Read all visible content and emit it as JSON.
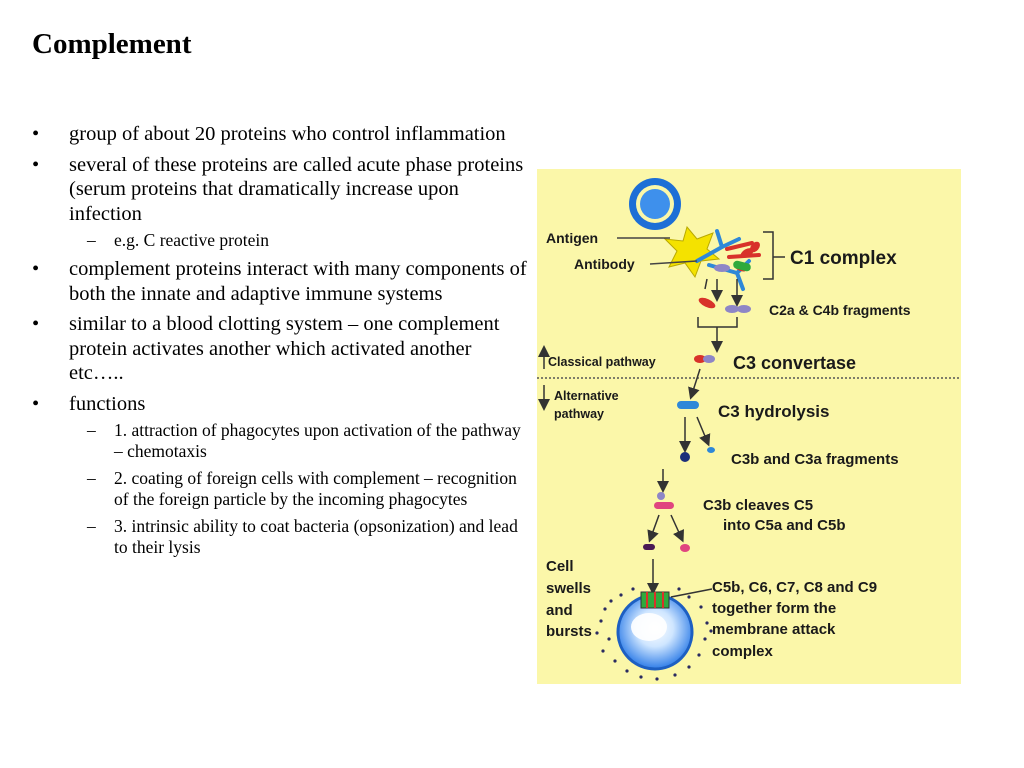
{
  "slide": {
    "title": "Complement",
    "bullets": [
      {
        "text": "group of about 20 proteins who control inflammation",
        "subs": []
      },
      {
        "text": "several of these proteins are called acute phase proteins (serum proteins that dramatically increase upon infection",
        "subs": [
          "e.g. C reactive protein"
        ]
      },
      {
        "text": "complement proteins interact with many components of both the innate and adaptive immune systems",
        "subs": []
      },
      {
        "text": "similar to a blood clotting system – one complement protein activates another which activated another etc…..",
        "subs": []
      },
      {
        "text": "functions",
        "subs": [
          "1. attraction of phagocytes upon activation of the pathway – chemotaxis",
          "2. coating of foreign cells with complement – recognition of the foreign particle by the incoming phagocytes",
          "3. intrinsic ability to coat bacteria (opsonization) and lead to their lysis"
        ]
      }
    ],
    "bullet_mark": "•",
    "sub_mark": "–"
  },
  "figure": {
    "antigen": "Antigen",
    "antibody": "Antibody",
    "c1_complex": "C1 complex",
    "c2a_c4b": "C2a & C4b fragments",
    "classical_pathway": "Classical pathway",
    "c3_convertase": "C3 convertase",
    "alternative_1": "Alternative",
    "alternative_2": "pathway",
    "c3_hydrolysis": "C3 hydrolysis",
    "c3b_c3a": "C3b and C3a fragments",
    "c3b_cleaves_1": "C3b cleaves C5",
    "c3b_cleaves_2": "into C5a and C5b",
    "cell_1": "Cell",
    "cell_2": "swells",
    "cell_3": "and",
    "cell_4": "bursts",
    "mac_1": "C5b, C6, C7, C8 and C9",
    "mac_2": "together form the",
    "mac_3": "membrane attack",
    "mac_4": "complex"
  },
  "colors": {
    "figure_bg": "#fbf7a9",
    "cell_blue": "#2f7de8",
    "antigen_yellow": "#f4e200",
    "protein_red": "#d8322a",
    "protein_green": "#2faa3c",
    "protein_purple": "#8e86c6",
    "protein_blue": "#2e88d8",
    "protein_pink": "#e0457f",
    "protein_navy": "#1c2f7a"
  }
}
